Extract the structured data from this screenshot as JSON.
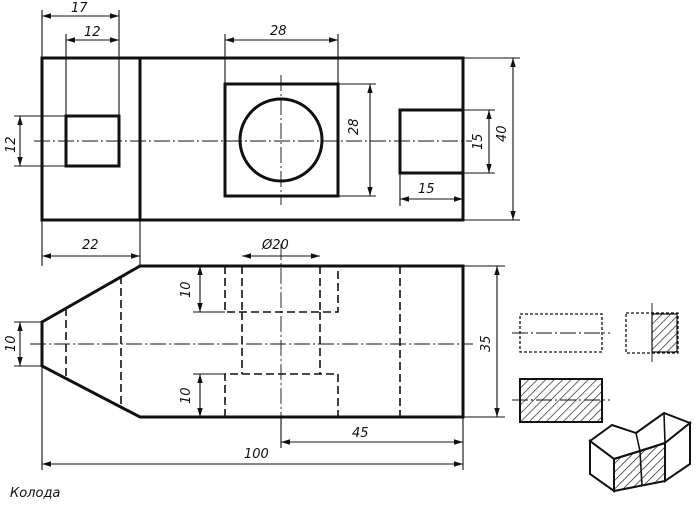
{
  "caption": "Колода",
  "dimensions": {
    "d17": "17",
    "d12_top": "12",
    "d28_top": "28",
    "d12_left": "12",
    "d28_right": "28",
    "d15_v": "15",
    "d40": "40",
    "d15_h": "15",
    "d22": "22",
    "phi20": "Ø20",
    "d10_upper": "10",
    "d10_left": "10",
    "d10_lower": "10",
    "d35": "35",
    "d45": "45",
    "d100": "100"
  }
}
